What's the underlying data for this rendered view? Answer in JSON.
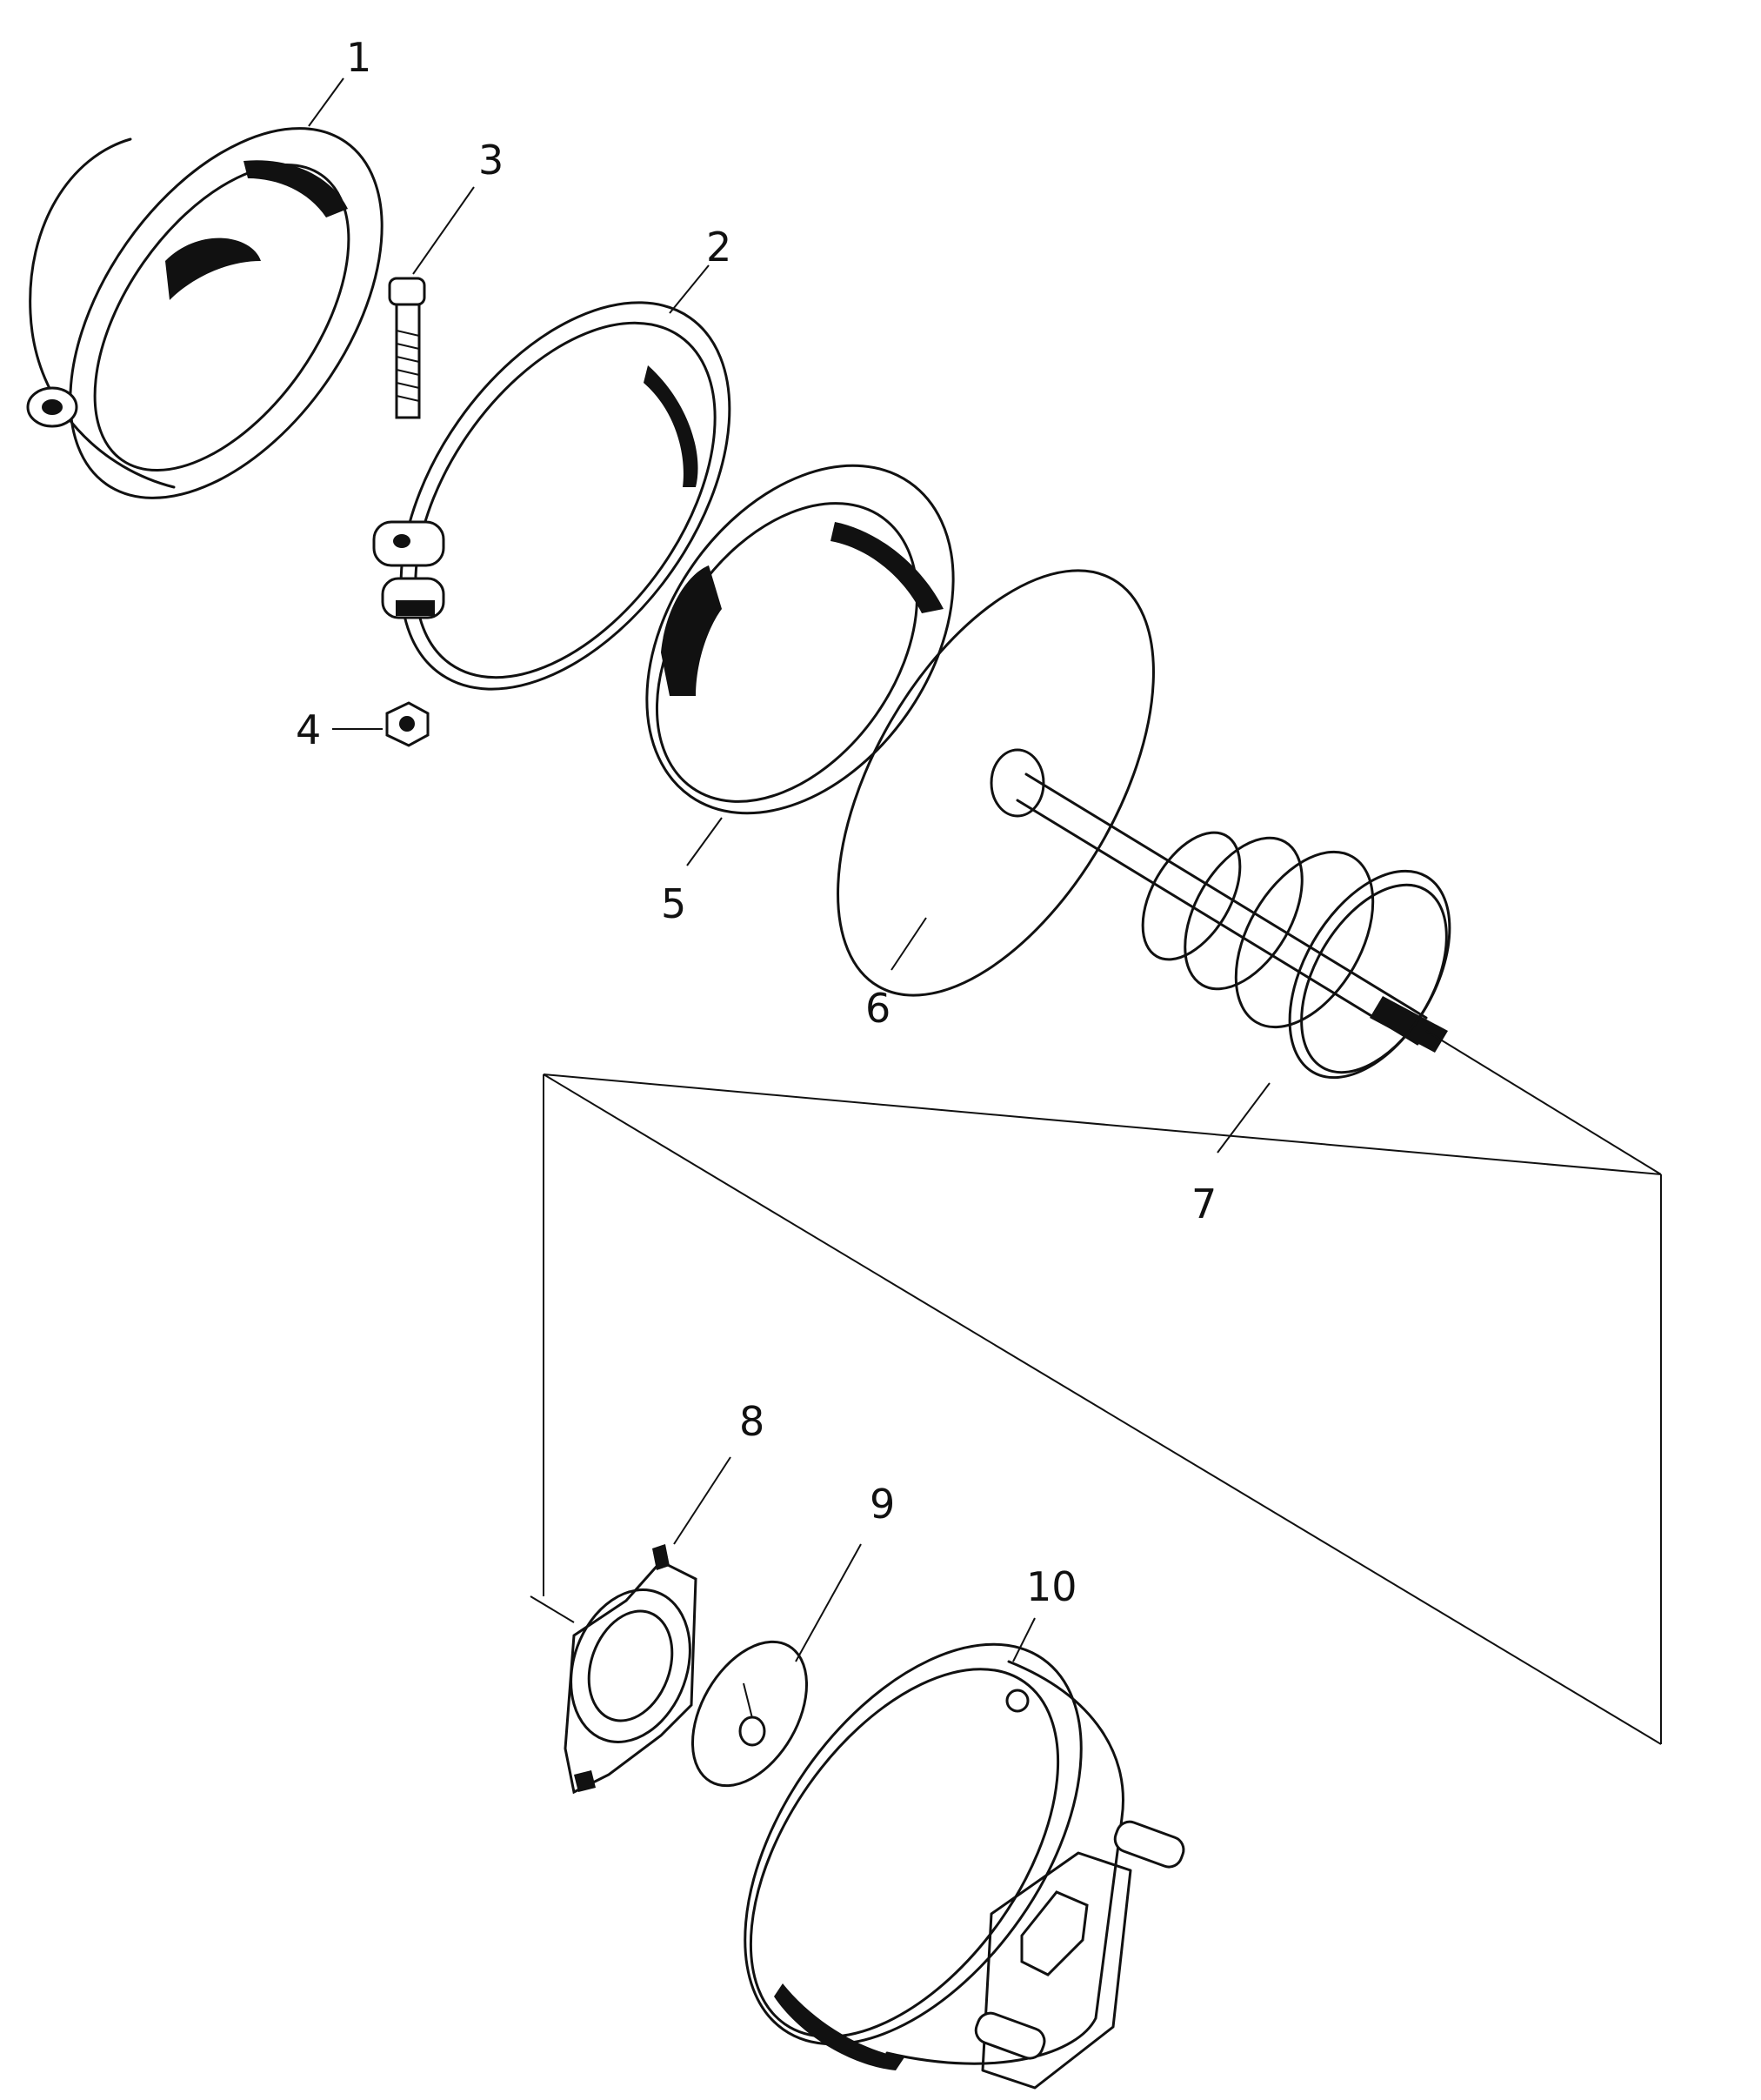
{
  "diagram": {
    "callouts": [
      {
        "id": "1",
        "text": "1"
      },
      {
        "id": "2",
        "text": "2"
      },
      {
        "id": "3",
        "text": "3"
      },
      {
        "id": "4",
        "text": "4"
      },
      {
        "id": "5",
        "text": "5"
      },
      {
        "id": "6",
        "text": "6"
      },
      {
        "id": "7",
        "text": "7"
      },
      {
        "id": "8",
        "text": "8"
      },
      {
        "id": "9",
        "text": "9"
      },
      {
        "id": "10",
        "text": "10"
      }
    ],
    "colors": {
      "ink": "#111111",
      "background": "#ffffff"
    }
  }
}
